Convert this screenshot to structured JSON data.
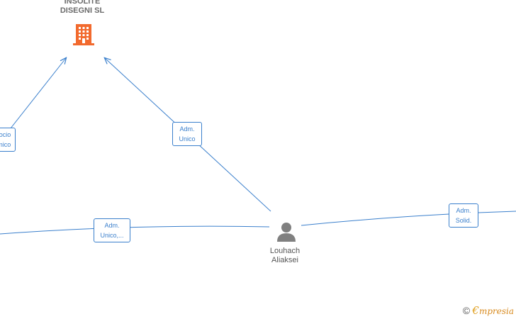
{
  "nodes": {
    "company": {
      "name_line1": "INSOLITE",
      "name_line2": "DISEGNI  SL",
      "icon": "building-icon",
      "color": "#f26a2e"
    },
    "person": {
      "name_line1": "Louhach",
      "name_line2": "Aliaksei",
      "icon": "person-icon",
      "color": "#808080"
    }
  },
  "edges": {
    "left_partial": {
      "line1": "ocio",
      "line2": "nico"
    },
    "adm_unico": {
      "line1": "Adm.",
      "line2": "Unico"
    },
    "adm_unico_trunc": {
      "line1": "Adm.",
      "line2": "Unico,..."
    },
    "adm_solid": {
      "line1": "Adm.",
      "line2": "Solid."
    }
  },
  "colors": {
    "edge": "#3a7fcc"
  },
  "watermark": {
    "copyright": "©",
    "brand_initial": "€",
    "brand_rest": "mpresia"
  }
}
